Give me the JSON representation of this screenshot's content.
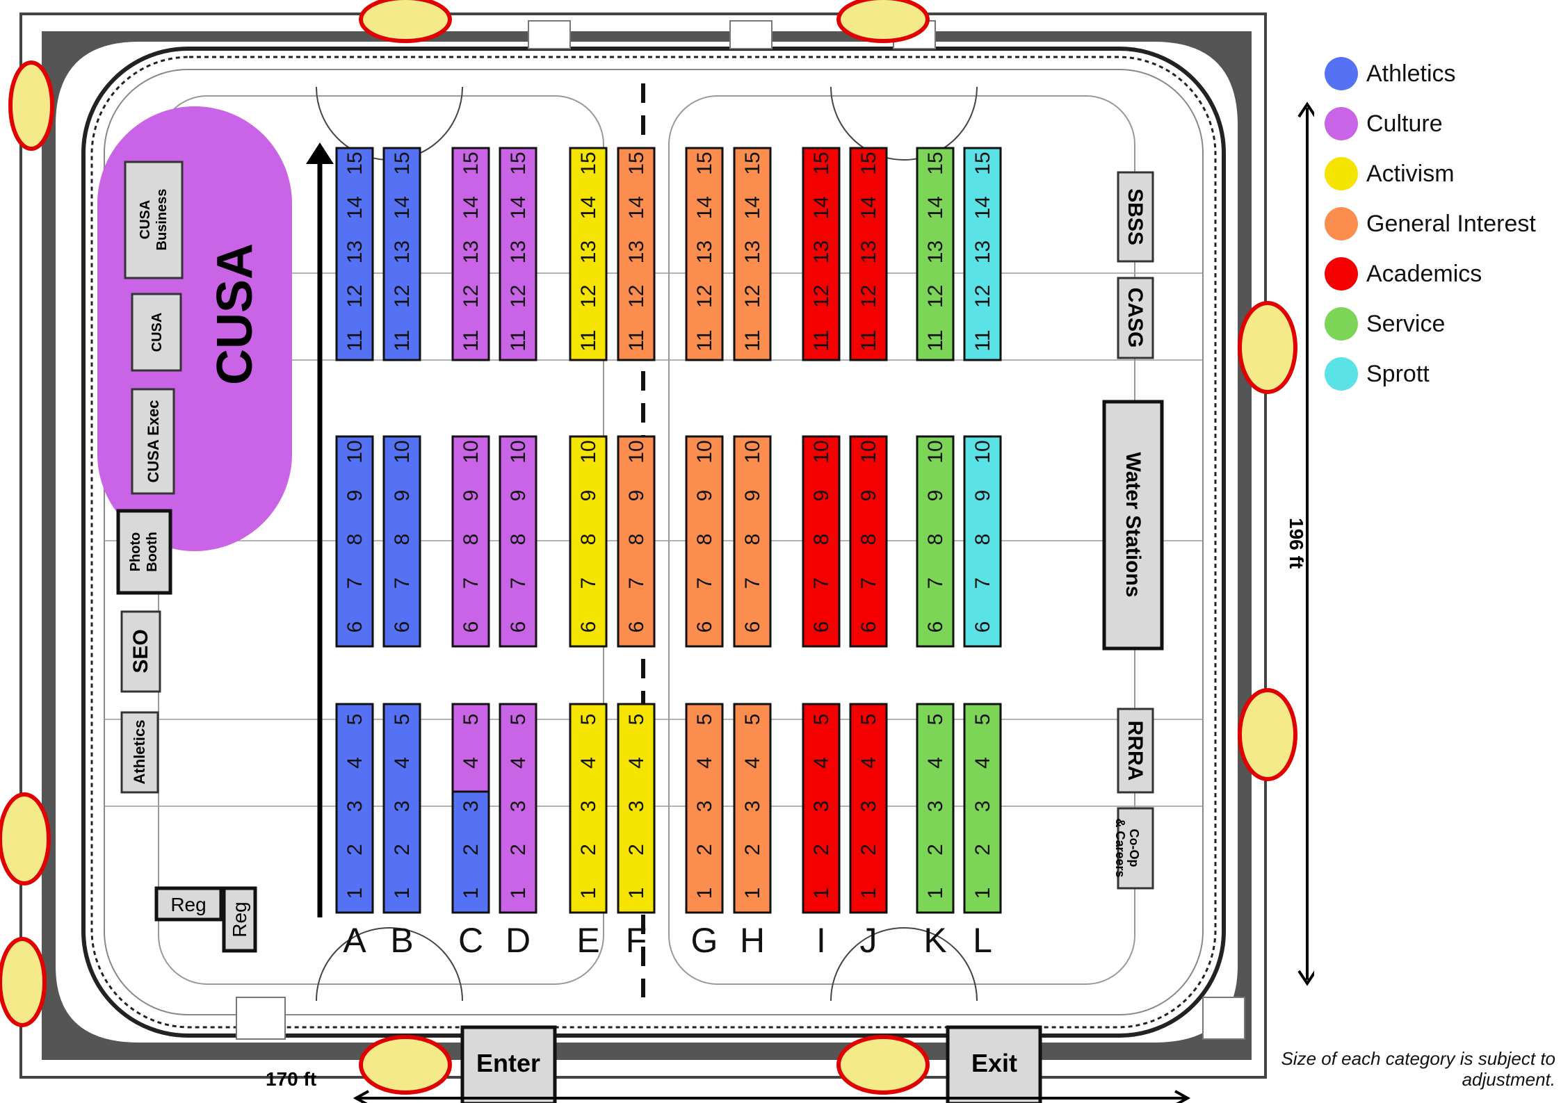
{
  "colors": {
    "athletics": "#5572f5",
    "culture": "#c964e6",
    "activism": "#f5e400",
    "general_interest": "#fb8d4e",
    "academics": "#f50000",
    "service": "#7dd558",
    "sprott": "#5ae2e6",
    "booth_gray": "#d9d9d9"
  },
  "legend": [
    {
      "label": "Athletics",
      "color": "#5572f5"
    },
    {
      "label": "Culture",
      "color": "#c964e6"
    },
    {
      "label": "Activism",
      "color": "#f5e400"
    },
    {
      "label": "General Interest",
      "color": "#fb8d4e"
    },
    {
      "label": "Academics",
      "color": "#f50000"
    },
    {
      "label": "Service",
      "color": "#7dd558"
    },
    {
      "label": "Sprott",
      "color": "#5ae2e6"
    }
  ],
  "rows": [
    "A",
    "B",
    "C",
    "D",
    "E",
    "F",
    "G",
    "H",
    "I",
    "J",
    "K",
    "L"
  ],
  "table_colors": {
    "A": [
      "athletics",
      "athletics",
      "athletics"
    ],
    "B": [
      "athletics",
      "athletics",
      "athletics"
    ],
    "C": [
      "culture",
      "culture",
      "culture"
    ],
    "D": [
      "culture",
      "culture",
      "culture"
    ],
    "E": [
      "activism",
      "activism",
      "activism"
    ],
    "F": [
      "general_interest",
      "general_interest",
      "activism"
    ],
    "G": [
      "general_interest",
      "general_interest",
      "general_interest"
    ],
    "H": [
      "general_interest",
      "general_interest",
      "general_interest"
    ],
    "I": [
      "academics",
      "academics",
      "academics"
    ],
    "J": [
      "academics",
      "academics",
      "academics"
    ],
    "K": [
      "service",
      "service",
      "service"
    ],
    "L": [
      "sprott",
      "sprott",
      "service"
    ]
  },
  "c_lower_split": {
    "blue_numbers": [
      "1",
      "2"
    ],
    "blue_color": "athletics"
  },
  "block_numbers": [
    [
      "11",
      "12",
      "13",
      "14",
      "15"
    ],
    [
      "6",
      "7",
      "8",
      "9",
      "10"
    ],
    [
      "1",
      "2",
      "3",
      "4",
      "5"
    ]
  ],
  "booths_left": {
    "cusa_big": "CUSA",
    "cusa_business": "CUSA Business",
    "cusa": "CUSA",
    "cusa_exec": "CUSA Exec",
    "photo_booth": "Photo Booth",
    "seo": "SEO",
    "athletics": "Athletics",
    "reg_1": "Reg",
    "reg_2": "Reg"
  },
  "booths_right": {
    "sbss": "SBSS",
    "casg": "CASG",
    "water_stations": "Water Stations",
    "rrra": "RRRA",
    "coop_careers": "Co-Op & Careers"
  },
  "doors": {
    "enter": "Enter",
    "exit": "Exit"
  },
  "dimensions": {
    "height": "196 ft",
    "width": "170 ft"
  },
  "note": "Size of each category is subject to adjustment."
}
